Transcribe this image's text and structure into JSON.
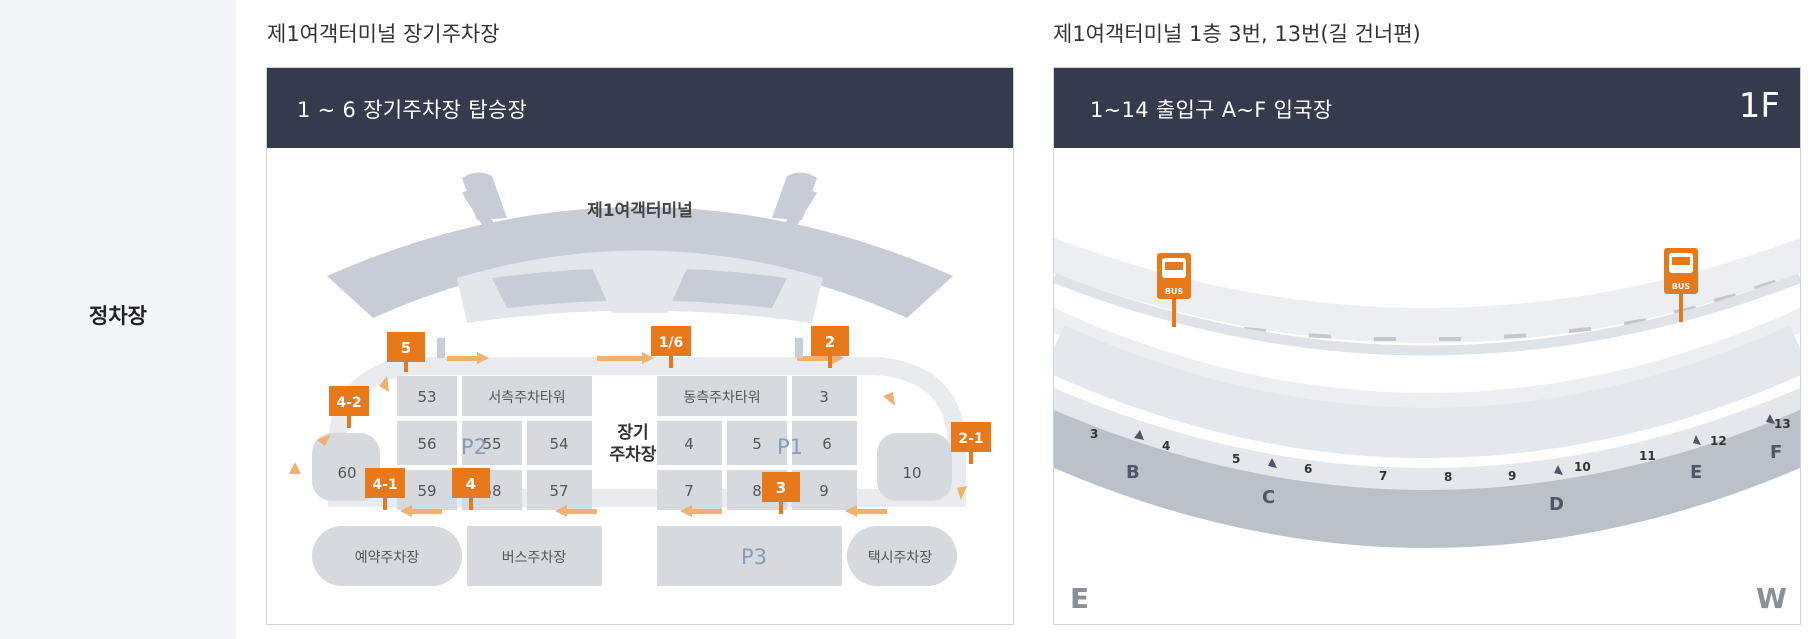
{
  "sidebar": {
    "row_label": "정차장"
  },
  "left_panel": {
    "title": "제1여객터미널 장기주차장",
    "header": "1 ~ 6  장기주차장 탑승장",
    "terminal_label": "제1여객터미널",
    "center_label_line1": "장기",
    "center_label_line2": "주차장",
    "zone_p1": "P1",
    "zone_p2": "P2",
    "zone_p3": "P3",
    "tower_west": "서측주차타워",
    "tower_east": "동측주차타워",
    "lot_reserved": "예약주차장",
    "lot_bus": "버스주차장",
    "lot_taxi": "택시주차장",
    "cells": {
      "c53": "53",
      "c56": "56",
      "c55": "55",
      "c54": "54",
      "c60": "60",
      "c59": "59",
      "c58": "58",
      "c57": "57",
      "c3": "3",
      "c4": "4",
      "c5": "5",
      "c6": "6",
      "c7": "7",
      "c8": "8",
      "c9": "9",
      "c10": "10"
    },
    "stops": {
      "s5": "5",
      "s16": "1/6",
      "s2": "2",
      "s42": "4-2",
      "s21": "2-1",
      "s41": "4-1",
      "s4": "4",
      "s3": "3"
    }
  },
  "right_panel": {
    "title": "제1여객터미널 1층 3번, 13번(길 건너편)",
    "header": "1~14 출입구    A~F 입국장",
    "floor": "1F",
    "bus_label": "BUS",
    "dir_east": "E",
    "dir_west": "W",
    "gates": [
      "3",
      "4",
      "5",
      "6",
      "7",
      "8",
      "9",
      "10",
      "11",
      "12",
      "13"
    ],
    "arrivals": [
      "B",
      "C",
      "D",
      "E",
      "F"
    ]
  },
  "colors": {
    "accent": "#e8791b",
    "header_bg": "#353a4d",
    "map_gray": "#d6d9de",
    "sidebar_bg": "#f4f5f8"
  }
}
